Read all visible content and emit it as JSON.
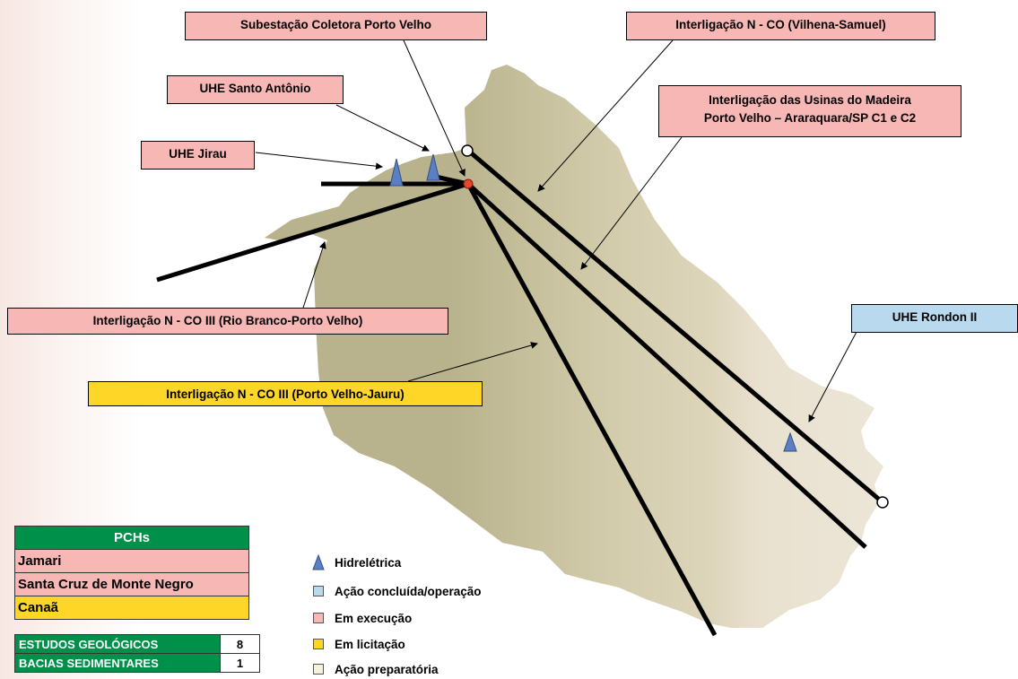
{
  "labels": {
    "substation": "Subestação Coletora Porto Velho",
    "nco_vilhena": "Interligação N - CO  (Vilhena-Samuel)",
    "santo_antonio": "UHE Santo Antônio",
    "madeira_line1": "Interligação das Usinas do Madeira",
    "madeira_line2": "Porto Velho – Araraquara/SP C1 e C2",
    "jirau": "UHE Jirau",
    "rio_branco": "Interligação N - CO III  (Rio Branco-Porto Velho)",
    "rondon": "UHE Rondon II",
    "jauru": "Interligação N - CO III  (Porto Velho-Jauru)"
  },
  "pch": {
    "header": "PCHs",
    "items": [
      "Jamari",
      "Santa Cruz de Monte Negro",
      "Canaã"
    ]
  },
  "studies": [
    {
      "label": "ESTUDOS GEOLÓGICOS",
      "value": "8"
    },
    {
      "label": "BACIAS SEDIMENTARES",
      "value": "1"
    }
  ],
  "legend": [
    {
      "icon": "hydro-triangle-icon",
      "text": "Hidrelétrica"
    },
    {
      "color": "#b9d9ef",
      "text": "Ação concluída/operação"
    },
    {
      "color": "#f7b7b5",
      "text": "Em  execução"
    },
    {
      "color": "#fdd628",
      "text": "Em  licitação"
    },
    {
      "color": "#f6f1dd",
      "text": "Ação preparatória"
    }
  ],
  "colors": {
    "completed": "#b9d9ef",
    "executing": "#f7b7b5",
    "bidding": "#fdd628",
    "preparatory": "#f6f1dd",
    "pch_header": "#00904a",
    "map_west": "#bdb78f",
    "map_east": "#e8e0cd",
    "hydro_icon": "#5b7fc4",
    "substation_dot": "#e8452a"
  }
}
